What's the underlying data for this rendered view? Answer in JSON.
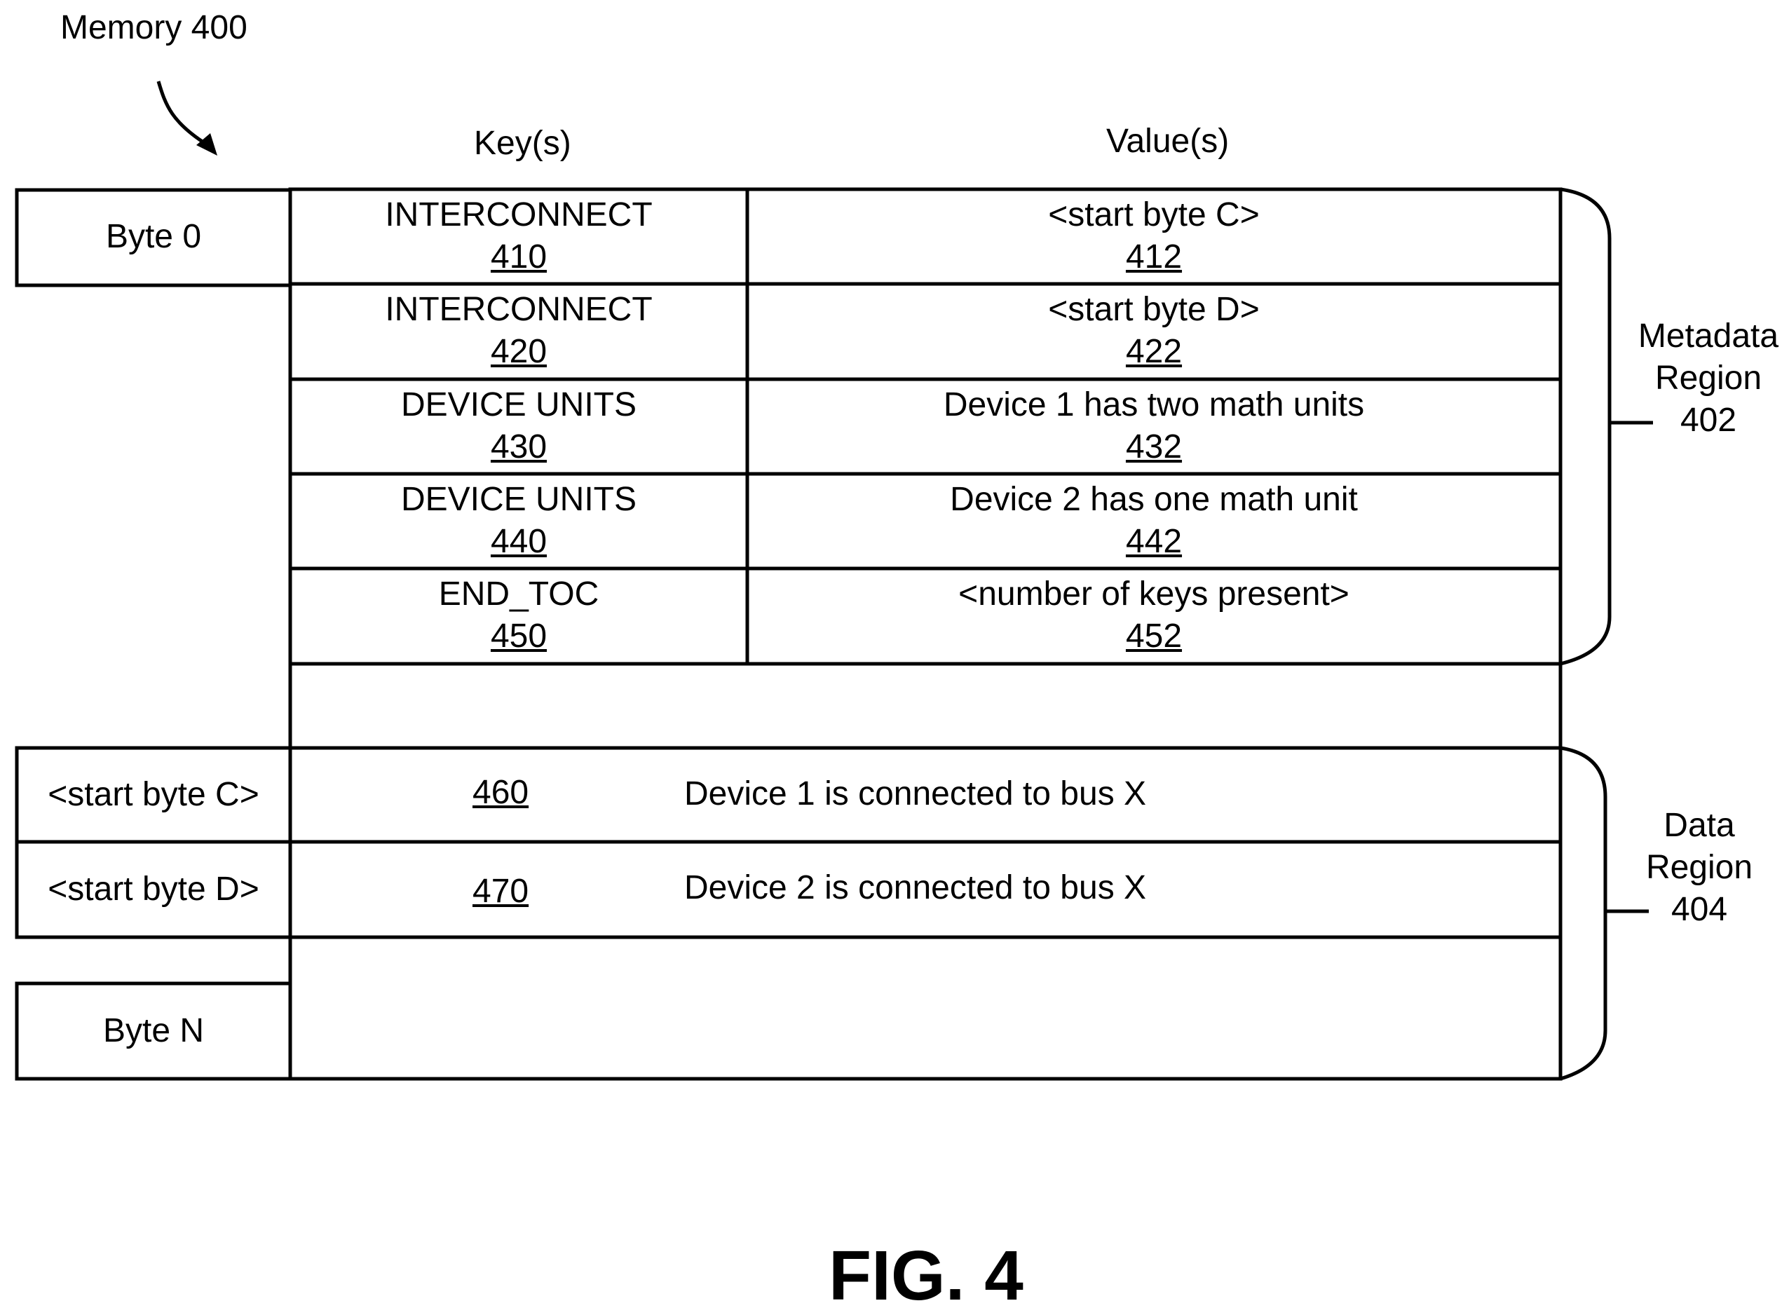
{
  "memory_label": "Memory 400",
  "headers": {
    "keys": "Key(s)",
    "values": "Value(s)"
  },
  "byte_labels": {
    "byte0": "Byte 0",
    "start_c": "<start byte C>",
    "start_d": "<start byte D>",
    "byte_n": "Byte N"
  },
  "metadata_rows": [
    {
      "key": "INTERCONNECT",
      "key_ref": "410",
      "value": "<start byte C>",
      "value_ref": "412"
    },
    {
      "key": "INTERCONNECT",
      "key_ref": "420",
      "value": "<start byte D>",
      "value_ref": "422"
    },
    {
      "key": "DEVICE UNITS",
      "key_ref": "430",
      "value": "Device 1 has two math units",
      "value_ref": "432"
    },
    {
      "key": "DEVICE UNITS",
      "key_ref": "440",
      "value": "Device 2 has one math unit",
      "value_ref": "442"
    },
    {
      "key": "END_TOC",
      "key_ref": "450",
      "value": "<number of keys present>",
      "value_ref": "452"
    }
  ],
  "data_rows": [
    {
      "ref": "460",
      "text": "Device 1 is connected to bus X"
    },
    {
      "ref": "470",
      "text": "Device 2 is connected to bus X"
    }
  ],
  "regions": {
    "metadata": {
      "line1": "Metadata",
      "line2": "Region",
      "ref": "402"
    },
    "data": {
      "line1": "Data",
      "line2": "Region",
      "ref": "404"
    }
  },
  "figure_label": "FIG. 4"
}
